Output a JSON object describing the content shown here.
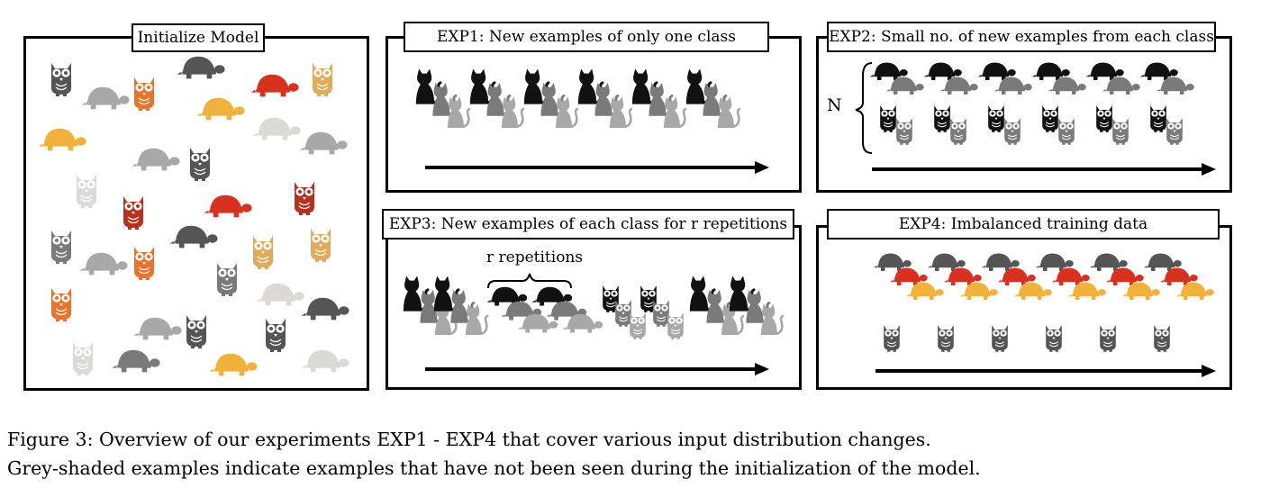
{
  "panels": {
    "init": {
      "title": "Initialize Model"
    },
    "exp1": {
      "title": "EXP1: New examples of only one class"
    },
    "exp2": {
      "title": "EXP2: Small no. of new examples from each class",
      "n_label": "N"
    },
    "exp3": {
      "title": "EXP3: New examples of each class for r repetitions",
      "r_label": "r repetitions"
    },
    "exp4": {
      "title": "EXP4: Imbalanced training data"
    }
  },
  "caption": {
    "line1": "Figure 3:  Overview of our experiments EXP1 - EXP4 that cover various input distribution changes.",
    "line2": "Grey-shaded examples indicate examples that have not been seen during the initialization of the model."
  },
  "colors": {
    "black": "#111111",
    "dark_grey": "#555555",
    "mid_grey": "#7a7a7a",
    "light_grey": "#a8a8a8",
    "pale_grey": "#dcdad6",
    "red": "#d8321e",
    "dark_red": "#b8301e",
    "orange": "#e8732a",
    "gold": "#f0b23a",
    "tan": "#e0ac5c"
  },
  "icons": [
    "owl-icon",
    "turtle-icon",
    "cat-icon",
    "arrow-icon"
  ]
}
